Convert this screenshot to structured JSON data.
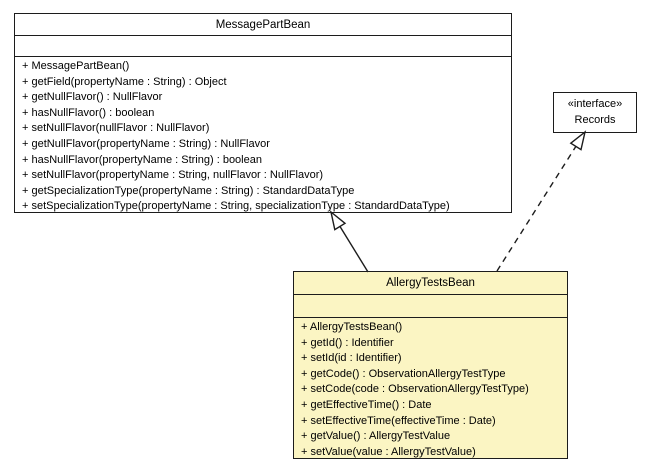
{
  "classes": {
    "message_part_bean": {
      "name": "MessagePartBean",
      "attributes": [],
      "methods": [
        "+ MessagePartBean()",
        "+ getField(propertyName : String) : Object",
        "+ getNullFlavor() : NullFlavor",
        "+ hasNullFlavor() : boolean",
        "+ setNullFlavor(nullFlavor : NullFlavor)",
        "+ getNullFlavor(propertyName : String) : NullFlavor",
        "+ hasNullFlavor(propertyName : String) : boolean",
        "+ setNullFlavor(propertyName : String, nullFlavor : NullFlavor)",
        "+ getSpecializationType(propertyName : String) : StandardDataType",
        "+ setSpecializationType(propertyName : String, specializationType : StandardDataType)"
      ]
    },
    "records": {
      "stereotype": "«interface»",
      "name": "Records"
    },
    "allergy_tests_bean": {
      "name": "AllergyTestsBean",
      "attributes": [],
      "methods": [
        "+ AllergyTestsBean()",
        "+ getId() : Identifier",
        "+ setId(id : Identifier)",
        "+ getCode() : ObservationAllergyTestType",
        "+ setCode(code : ObservationAllergyTestType)",
        "+ getEffectiveTime() : Date",
        "+ setEffectiveTime(effectiveTime : Date)",
        "+ getValue() : AllergyTestValue",
        "+ setValue(value : AllergyTestValue)"
      ]
    }
  },
  "relationships": [
    {
      "type": "generalization",
      "from": "AllergyTestsBean",
      "to": "MessagePartBean",
      "line_style": "solid",
      "arrowhead": "hollow-triangle"
    },
    {
      "type": "realization",
      "from": "AllergyTestsBean",
      "to": "Records",
      "line_style": "dashed",
      "arrowhead": "hollow-triangle"
    }
  ],
  "colors": {
    "background": "#ffffff",
    "node_fill_default": "#ffffff",
    "node_fill_highlight": "#fbf5c3",
    "line": "#1c1c1c"
  }
}
